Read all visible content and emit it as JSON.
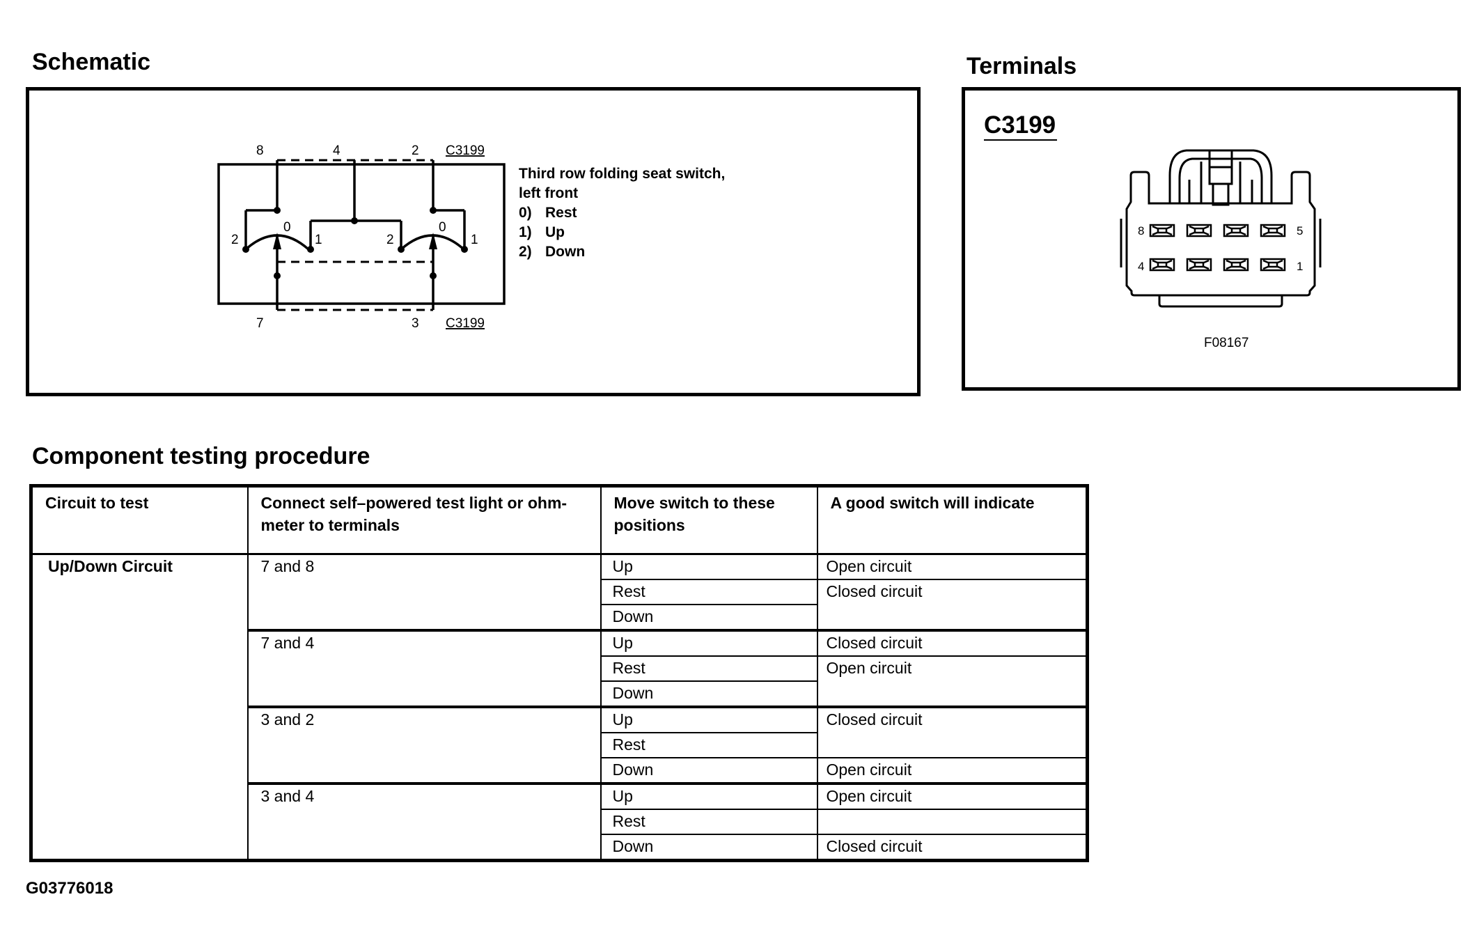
{
  "schematic": {
    "title": "Schematic",
    "pins_top": [
      "8",
      "4",
      "2"
    ],
    "pins_bottom": [
      "7",
      "3"
    ],
    "connector_label": "C3199",
    "switch_labels": {
      "left_pos2": "2",
      "left_pos0": "0",
      "left_pos1": "1",
      "right_pos2": "2",
      "right_pos0": "0",
      "right_pos1": "1"
    },
    "legend": {
      "line1": "Third row folding seat switch,",
      "line2": "left front",
      "items": [
        {
          "num": "0)",
          "label": "Rest"
        },
        {
          "num": "1)",
          "label": "Up"
        },
        {
          "num": "2)",
          "label": "Down"
        }
      ]
    }
  },
  "terminals": {
    "title": "Terminals",
    "connector_id": "C3199",
    "pin_labels": {
      "top_left": "8",
      "top_right": "5",
      "bottom_left": "4",
      "bottom_right": "1"
    },
    "figure_code": "F08167"
  },
  "procedure": {
    "title": "Component testing procedure",
    "headers": [
      "Circuit to test",
      "Connect self–powered test light or ohm-meter to terminals",
      "Move switch to these positions",
      "A good switch will indicate"
    ],
    "circuit": "Up/Down Circuit",
    "groups": [
      {
        "terminals": "7 and 8",
        "positions": [
          "Up",
          "Rest",
          "Down"
        ],
        "results": [
          {
            "text": "Open circuit",
            "span": 1
          },
          {
            "text": "Closed circuit",
            "span": 2
          }
        ]
      },
      {
        "terminals": "7 and 4",
        "positions": [
          "Up",
          "Rest",
          "Down"
        ],
        "results": [
          {
            "text": "Closed circuit",
            "span": 1
          },
          {
            "text": "Open circuit",
            "span": 2
          }
        ]
      },
      {
        "terminals": "3 and 2",
        "positions": [
          "Up",
          "Rest",
          "Down"
        ],
        "results": [
          {
            "text": "Closed circuit",
            "span": 2
          },
          {
            "text": "Open circuit",
            "span": 1
          }
        ]
      },
      {
        "terminals": "3 and 4",
        "positions": [
          "Up",
          "Rest",
          "Down"
        ],
        "results": [
          {
            "text": "Open circuit",
            "span": 1
          },
          {
            "text": "",
            "span": 1
          },
          {
            "text": "Closed circuit",
            "span": 1
          }
        ]
      }
    ]
  },
  "figure_id": "G03776018"
}
